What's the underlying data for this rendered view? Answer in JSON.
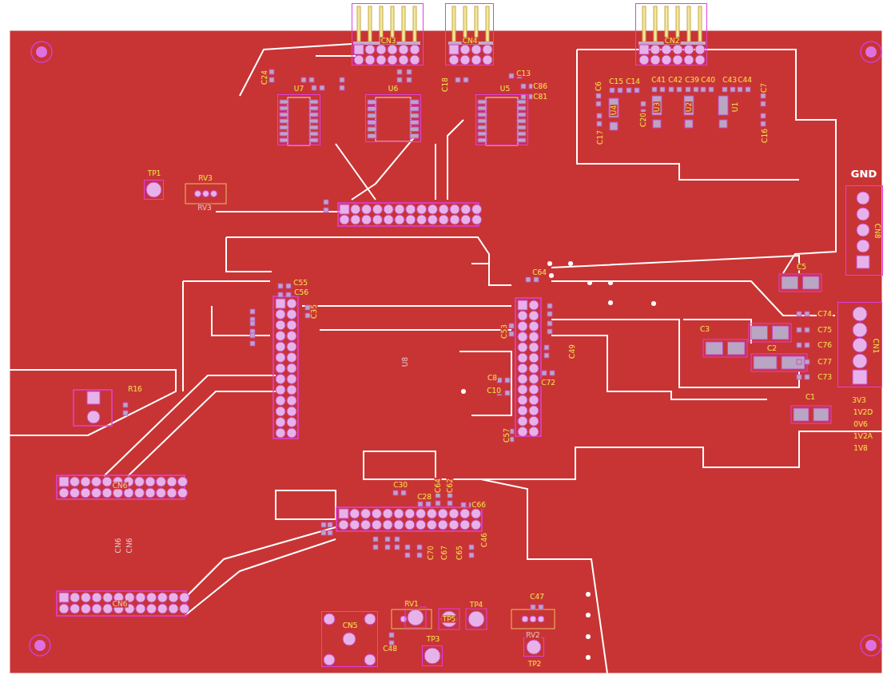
{
  "diagram": {
    "nodes": [
      {
        "text": [
          "CN3"
        ]
      },
      {
        "text": [
          "CN4"
        ]
      },
      {
        "text": [
          "CN2"
        ]
      },
      {
        "text": [
          "U7"
        ]
      },
      {
        "text": [
          "U6"
        ]
      },
      {
        "text": [
          "U5"
        ]
      },
      {
        "text": [
          "TP1"
        ]
      },
      {
        "text": [
          "GND",
          "CN8"
        ]
      },
      {
        "text": [
          "CN1"
        ]
      },
      {
        "text": [
          "CN5"
        ]
      },
      {
        "text": [
          "TP3"
        ]
      },
      {
        "text": [
          "TP2"
        ]
      }
    ],
    "labels": [
      "C24",
      "C13",
      "C86",
      "C81",
      "C18",
      "C6",
      "C15",
      "C14",
      "C41",
      "C42",
      "C39",
      "C40",
      "C43",
      "C44",
      "C7",
      "U4",
      "U3",
      "U2",
      "U1",
      "C20",
      "C17",
      "C16",
      "RV3",
      "RV3",
      "C5",
      "C74",
      "C75",
      "C76",
      "C77",
      "C73",
      "C3",
      "C2",
      "C1",
      "3V3",
      "1V2D",
      "0V6",
      "1V2A",
      "1V8",
      "C55",
      "C56",
      "C35",
      "C64",
      "C53",
      "C8",
      "C10",
      "C49",
      "C72",
      "C57",
      "R16",
      "U8",
      "C30",
      "C28",
      "C64",
      "C62",
      "C66",
      "C46",
      "C70",
      "C67",
      "C65",
      "C47",
      "RV2",
      "RV1",
      "TP5",
      "TP4",
      "C48",
      "CN6",
      "CN6",
      "CN6",
      "CN6"
    ]
  }
}
